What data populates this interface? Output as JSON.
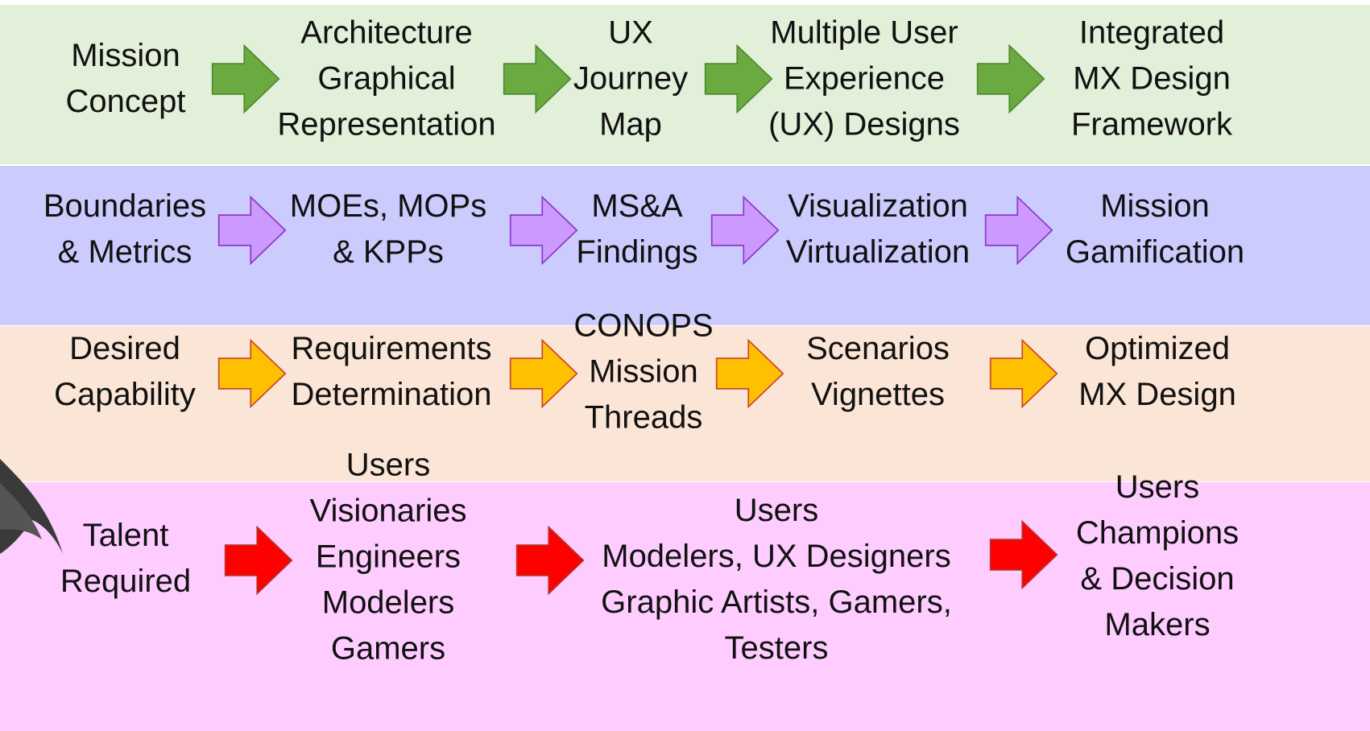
{
  "colors": {
    "row1_band": "#e2efd9",
    "row2_band": "#cccbfe",
    "row3_band": "#fbe5d6",
    "row4_band": "#ffccff",
    "row1_arrow": "#6aaa40",
    "row2_arrow": "#cc99ff",
    "row3_arrow": "#ffc000",
    "row4_arrow": "#ff0000"
  },
  "rows": [
    {
      "id": "mission-design",
      "nodes": [
        "Mission\nConcept",
        "Architecture\nGraphical\nRepresentation",
        "UX\nJourney\nMap",
        "Multiple User\nExperience\n(UX) Designs",
        "Integrated\nMX   Design\nFramework"
      ]
    },
    {
      "id": "metrics",
      "nodes": [
        "Boundaries\n& Metrics",
        "MOEs, MOPs\n& KPPs",
        "MS&A\nFindings",
        "Visualization\nVirtualization",
        "Mission\nGamification"
      ]
    },
    {
      "id": "capability",
      "nodes": [
        "Desired\nCapability",
        "Requirements\nDetermination",
        "CONOPS\nMission\nThreads",
        "Scenarios\nVignettes",
        "Optimized\nMX Design"
      ]
    },
    {
      "id": "talent",
      "nodes": [
        "Talent\nRequired",
        "Users\nVisionaries\nEngineers\nModelers\nGamers",
        "Users\nModelers, UX Designers\nGraphic Artists, Gamers,\nTesters",
        "Users\nChampions\n& Decision\nMakers"
      ]
    }
  ],
  "icons": {
    "row1_arrow": "right-arrow-icon",
    "row2_arrow": "right-arrow-outline-icon",
    "row3_arrow": "right-arrow-icon",
    "row4_arrow": "right-arrow-icon",
    "decoration": "dark-claw-shape"
  }
}
